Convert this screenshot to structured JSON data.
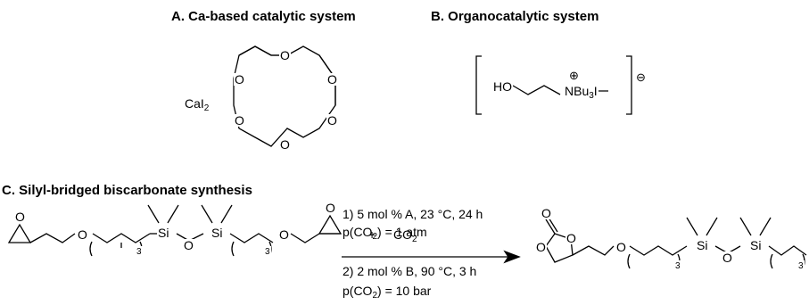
{
  "panels": {
    "a_title": "A. Ca-based catalytic system",
    "b_title": "B. Organocatalytic system",
    "c_title": "C. Silyl-bridged biscarbonate synthesis"
  },
  "panel_a": {
    "reagent": "CaI",
    "reagent_sub": "2",
    "ring_oxygen": "O"
  },
  "panel_b": {
    "ho": "HO",
    "nbu": "NBu",
    "nbu_sub": "3",
    "iodide": "I",
    "plus_charge": "⊕",
    "minus_charge": "⊖"
  },
  "panel_c": {
    "oxygen": "O",
    "silicon": "Si",
    "chain_sub": "3",
    "plus": "+",
    "co2": "CO",
    "co2_sub": "2",
    "cond1": "1) 5 mol % A, 23 °C, 24 h",
    "cond1_p_pre": "p(CO",
    "cond1_p_sub": "2",
    "cond1_p_post": ") = 1 atm",
    "cond2": "2) 2 mol % B, 90 °C, 3 h",
    "cond2_p_pre": "p(CO",
    "cond2_p_sub": "2",
    "cond2_p_post": ") = 10 bar"
  }
}
